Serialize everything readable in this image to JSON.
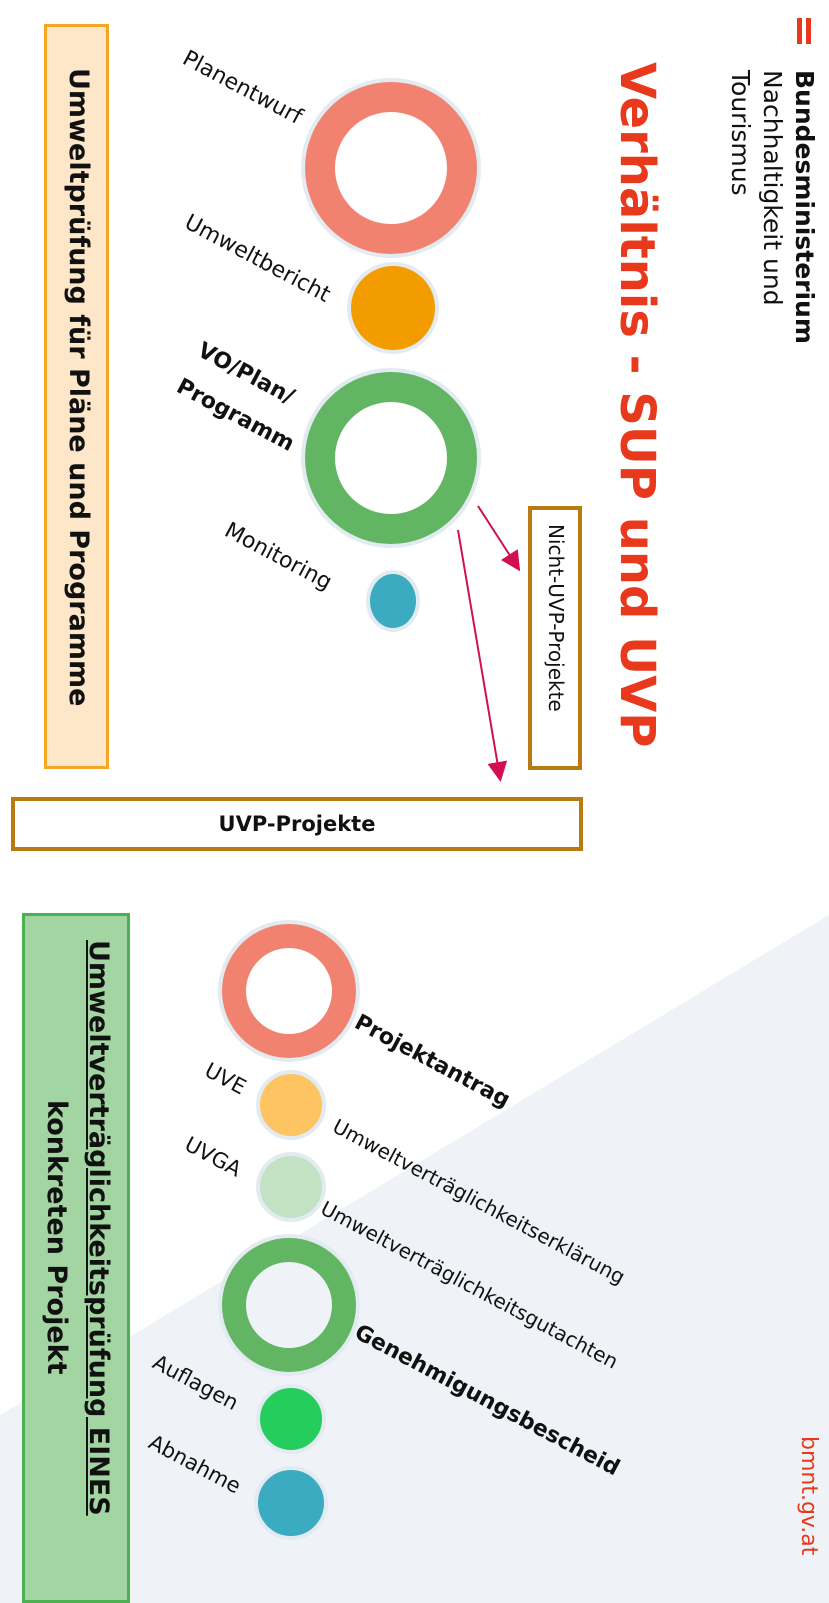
{
  "brand": {
    "ministry_line1": "Bundesministerium",
    "ministry_line2": "Nachhaltigkeit und",
    "ministry_line3": "Tourismus",
    "website": "bmnt.gv.at",
    "accent_color": "#e8391d"
  },
  "title": "Verhältnis - SUP und UVP",
  "sup": {
    "heading": "Umweltprüfung für Pläne und Programme",
    "steps": [
      {
        "label": "Planentwurf",
        "bold": false,
        "color": "#f28270",
        "shape": "ring"
      },
      {
        "label": "Umweltbericht",
        "bold": false,
        "color": "#f39c00",
        "shape": "dot"
      },
      {
        "label_line1": "VO/Plan/",
        "label_line2": "Programm",
        "bold": true,
        "color": "#62b562",
        "shape": "ring"
      },
      {
        "label": "Monitoring",
        "bold": false,
        "color": "#3aabc0",
        "shape": "dot"
      }
    ]
  },
  "boxes": {
    "nicht_uvp": "Nicht-UVP-Projekte",
    "uvp": "UVP-Projekte"
  },
  "uvp": {
    "heading_underlined": "Umweltverträglichkeitsprüfung EINES",
    "heading_line2": "konkreten Projekt",
    "steps": [
      {
        "label": "Projektantrag",
        "bold": true,
        "color": "#f28270",
        "shape": "ring"
      },
      {
        "abbr": "UVE",
        "label": "Umweltverträglichkeitserklärung",
        "bold": false,
        "color": "#fdc461",
        "shape": "dot"
      },
      {
        "abbr": "UVGA",
        "label": "Umweltverträglichkeitsgutachten",
        "bold": false,
        "color": "#c3e2c3",
        "shape": "dot"
      },
      {
        "label": "Genehmigungsbescheid",
        "bold": true,
        "color": "#62b562",
        "shape": "ring"
      },
      {
        "abbr": "Auflagen",
        "bold": false,
        "color": "#25cd5c",
        "shape": "dot"
      },
      {
        "abbr": "Abnahme",
        "bold": false,
        "color": "#3aabc0",
        "shape": "dot"
      }
    ]
  }
}
